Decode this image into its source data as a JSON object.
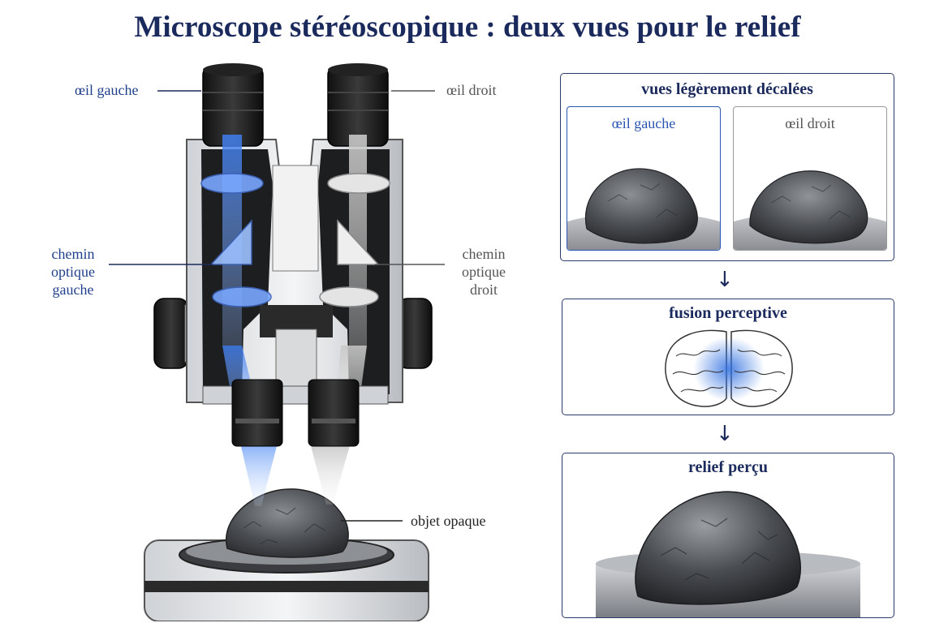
{
  "title": "Microscope stéréoscopique : deux vues pour le relief",
  "labels": {
    "left_eye": "œil gauche",
    "right_eye": "œil droit",
    "left_path": [
      "chemin",
      "optique",
      "gauche"
    ],
    "right_path": [
      "chemin",
      "optique",
      "droit"
    ],
    "object": "objet opaque"
  },
  "panels": {
    "views": {
      "title": "vues légèrement décalées",
      "left": "œil gauche",
      "right": "œil droit"
    },
    "fusion": {
      "title": "fusion perceptive"
    },
    "relief": {
      "title": "relief perçu"
    }
  },
  "arrow_glyph": "↓",
  "colors": {
    "navy": "#1b2a5c",
    "blue": "#2f6fe0",
    "text_blue": "#21418c"
  }
}
